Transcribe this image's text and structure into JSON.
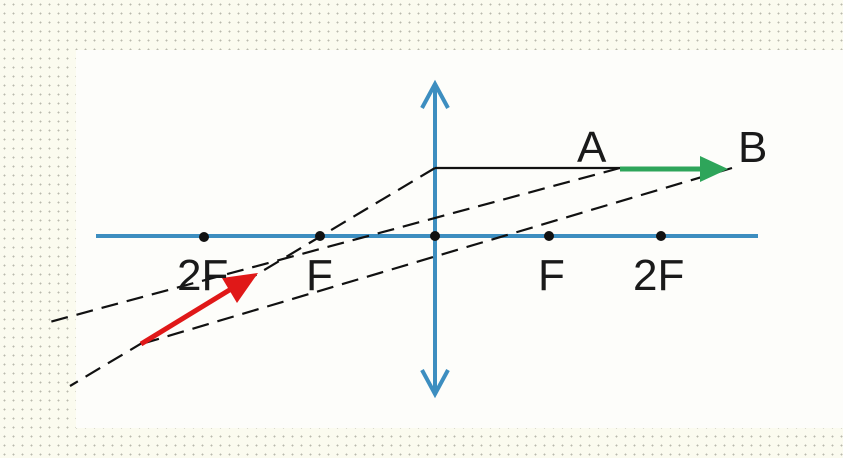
{
  "labels": {
    "point_a": "A",
    "point_b": "B",
    "left_2f": "2F",
    "left_f": "F",
    "right_f": "F",
    "right_2f": "2F"
  },
  "colors": {
    "axis": "#3d8ec0",
    "lens": "#3d8ec0",
    "object_arrow": "#2ea55a",
    "image_arrow": "#e01818",
    "rays": "#111111"
  },
  "icons": {
    "lens_top": "arrow-up-icon",
    "lens_bottom": "arrow-down-icon"
  }
}
